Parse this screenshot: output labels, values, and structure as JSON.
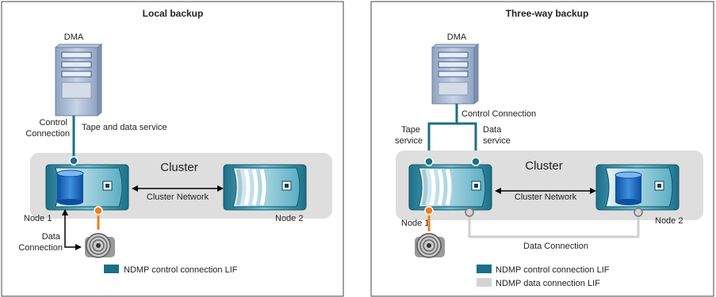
{
  "colors": {
    "control_lif": "#1b6f86",
    "data_lif": "#d3d3d3",
    "cluster_bg": "#dedede",
    "data_line": "#f07f1e"
  },
  "icons": [
    "server-icon",
    "node-chassis-icon",
    "disk-cylinder-icon",
    "tape-drive-icon",
    "double-arrow-icon"
  ],
  "local": {
    "title": "Local backup",
    "dma": "DMA",
    "control_connection": "Control\nConnection",
    "tape_data_service": "Tape and data service",
    "cluster": "Cluster",
    "cluster_network": "Cluster Network",
    "node1": "Node 1",
    "node2": "Node 2",
    "data_connection": "Data\nConnection",
    "legend_control": "NDMP control connection LIF"
  },
  "threeway": {
    "title": "Three-way backup",
    "dma": "DMA",
    "control_connection": "Control Connection",
    "tape_service": "Tape\nservice",
    "data_service": "Data\nservice",
    "cluster": "Cluster",
    "cluster_network": "Cluster Network",
    "node1": "Node 1",
    "node2": "Node 2",
    "data_connection": "Data Connection",
    "legend_control": "NDMP control connection LIF",
    "legend_data": "NDMP data connection LIF"
  }
}
